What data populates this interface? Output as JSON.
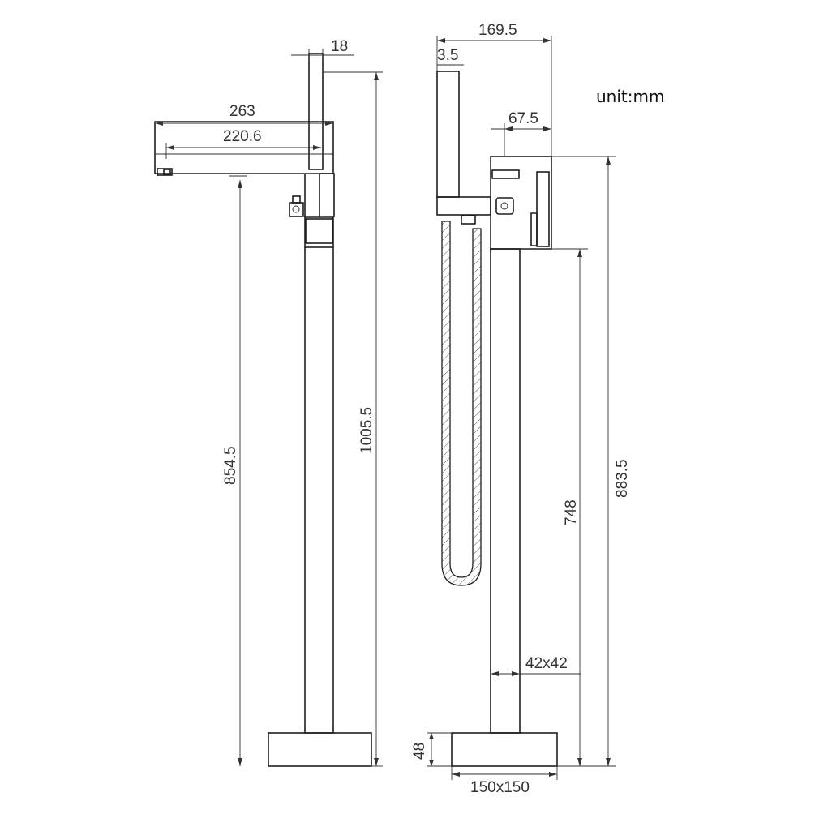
{
  "unit_label": "unit:mm",
  "dimensions": {
    "handle_width": "18",
    "spout_length": "263",
    "spout_projection": "220.6",
    "overall_height": "1005.5",
    "spout_outlet_height": "854.5",
    "shower_projection": "169.5",
    "handset_offset": "3.5",
    "mixer_body": "67.5",
    "body_height": "883.5",
    "column_height": "748",
    "column_section": "42x42",
    "base_height": "48",
    "base_size": "150x150"
  }
}
